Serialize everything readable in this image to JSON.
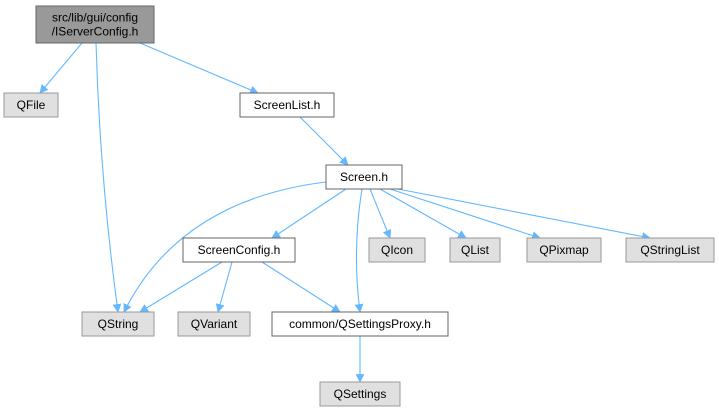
{
  "nodes": {
    "root": {
      "lines": [
        "src/lib/gui/config",
        "/IServerConfig.h"
      ],
      "kind": "root"
    },
    "qfile": {
      "lines": [
        "QFile"
      ],
      "kind": "ext"
    },
    "screenlist": {
      "lines": [
        "ScreenList.h"
      ],
      "kind": "file"
    },
    "screen": {
      "lines": [
        "Screen.h"
      ],
      "kind": "file"
    },
    "screenconfig": {
      "lines": [
        "ScreenConfig.h"
      ],
      "kind": "file"
    },
    "qicon": {
      "lines": [
        "QIcon"
      ],
      "kind": "ext"
    },
    "qlist": {
      "lines": [
        "QList"
      ],
      "kind": "ext"
    },
    "qpixmap": {
      "lines": [
        "QPixmap"
      ],
      "kind": "ext"
    },
    "qstringlist": {
      "lines": [
        "QStringList"
      ],
      "kind": "ext"
    },
    "qstring": {
      "lines": [
        "QString"
      ],
      "kind": "ext"
    },
    "qvariant": {
      "lines": [
        "QVariant"
      ],
      "kind": "ext"
    },
    "qsettingsproxy": {
      "lines": [
        "common/QSettingsProxy.h"
      ],
      "kind": "file"
    },
    "qsettings": {
      "lines": [
        "QSettings"
      ],
      "kind": "ext"
    }
  },
  "edges": [
    [
      "root",
      "qfile"
    ],
    [
      "root",
      "qstring"
    ],
    [
      "root",
      "screenlist"
    ],
    [
      "screenlist",
      "screen"
    ],
    [
      "screen",
      "qstring"
    ],
    [
      "screen",
      "screenconfig"
    ],
    [
      "screen",
      "qsettingsproxy"
    ],
    [
      "screen",
      "qicon"
    ],
    [
      "screen",
      "qlist"
    ],
    [
      "screen",
      "qpixmap"
    ],
    [
      "screen",
      "qstringlist"
    ],
    [
      "screenconfig",
      "qstring"
    ],
    [
      "screenconfig",
      "qvariant"
    ],
    [
      "screenconfig",
      "qsettingsproxy"
    ],
    [
      "qsettingsproxy",
      "qsettings"
    ]
  ],
  "colors": {
    "edge": "#63b8ff",
    "root_fill": "#999999",
    "file_fill": "#ffffff",
    "ext_fill": "#e0e0e0"
  }
}
